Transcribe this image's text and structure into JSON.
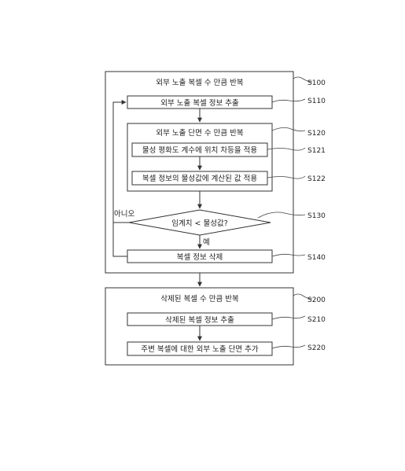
{
  "loop1": {
    "title": "외부 노출 복셀 수 만큼 반복",
    "step": "S100",
    "extract": {
      "text": "외부 노출 복셀 정보 추출",
      "step": "S110"
    },
    "inner_loop": {
      "title": "외부 노출 단면 수 만큼 반복",
      "step": "S120",
      "apply_weight": {
        "text": "물성 평화도 계수에 위치 차등을 적용",
        "step": "S121"
      },
      "apply_value": {
        "text": "복셀 정보의 물성값에 계산된 값 적용",
        "step": "S122"
      }
    },
    "decision": {
      "text": "임계치 < 물성값?",
      "step": "S130",
      "no_label": "아니오",
      "yes_label": "예"
    },
    "delete": {
      "text": "복셀 정보 삭제",
      "step": "S140"
    }
  },
  "loop2": {
    "title": "삭제된 복셀 수 만큼 반복",
    "step": "S200",
    "extract": {
      "text": "삭제된 복셀 정보 추출",
      "step": "S210"
    },
    "add": {
      "text": "주변 복셀에 대한 외부 노출 단면 추가",
      "step": "S220"
    }
  }
}
